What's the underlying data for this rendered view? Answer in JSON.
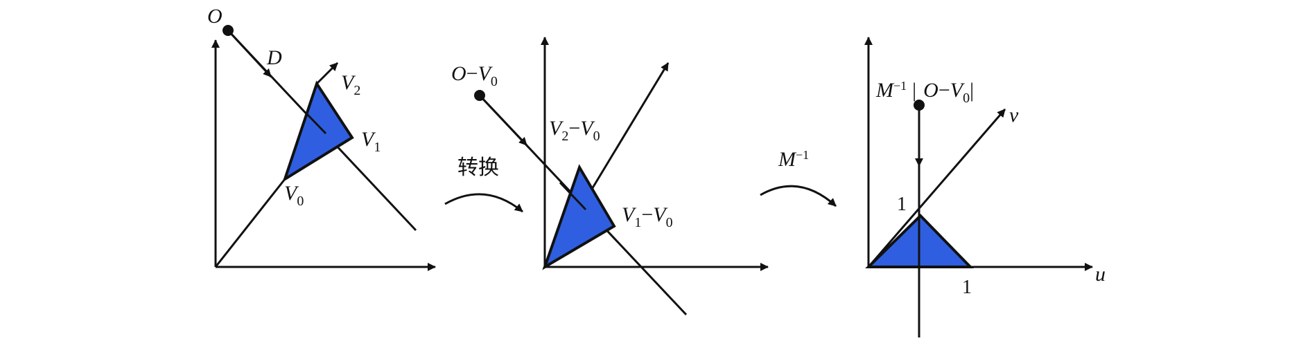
{
  "colors": {
    "triangle_fill": "#2f5fe0",
    "stroke": "#111111"
  },
  "panel1": {
    "origin_label": "O",
    "direction_label": "D",
    "v0": {
      "base": "V",
      "sub": "0"
    },
    "v1": {
      "base": "V",
      "sub": "1"
    },
    "v2": {
      "base": "V",
      "sub": "2"
    }
  },
  "transform1": {
    "label": "转换"
  },
  "panel2": {
    "origin": {
      "a": "O",
      "dash": "−",
      "b": "V",
      "b_sub": "0"
    },
    "edge2": {
      "a": "V",
      "a_sub": "2",
      "dash": "−",
      "b": "V",
      "b_sub": "0"
    },
    "edge1": {
      "a": "V",
      "a_sub": "1",
      "dash": "−",
      "b": "V",
      "b_sub": "0"
    }
  },
  "transform2": {
    "base": "M",
    "sup": "−1"
  },
  "panel3": {
    "point": {
      "m": "M",
      "m_sup": "−1",
      "bar_left": "|",
      "a": "O",
      "dash": "−",
      "b": "V",
      "b_sub": "0",
      "bar_right": "|"
    },
    "u_axis": "u",
    "v_axis": "v",
    "tick_u": "1",
    "tick_v": "1"
  }
}
